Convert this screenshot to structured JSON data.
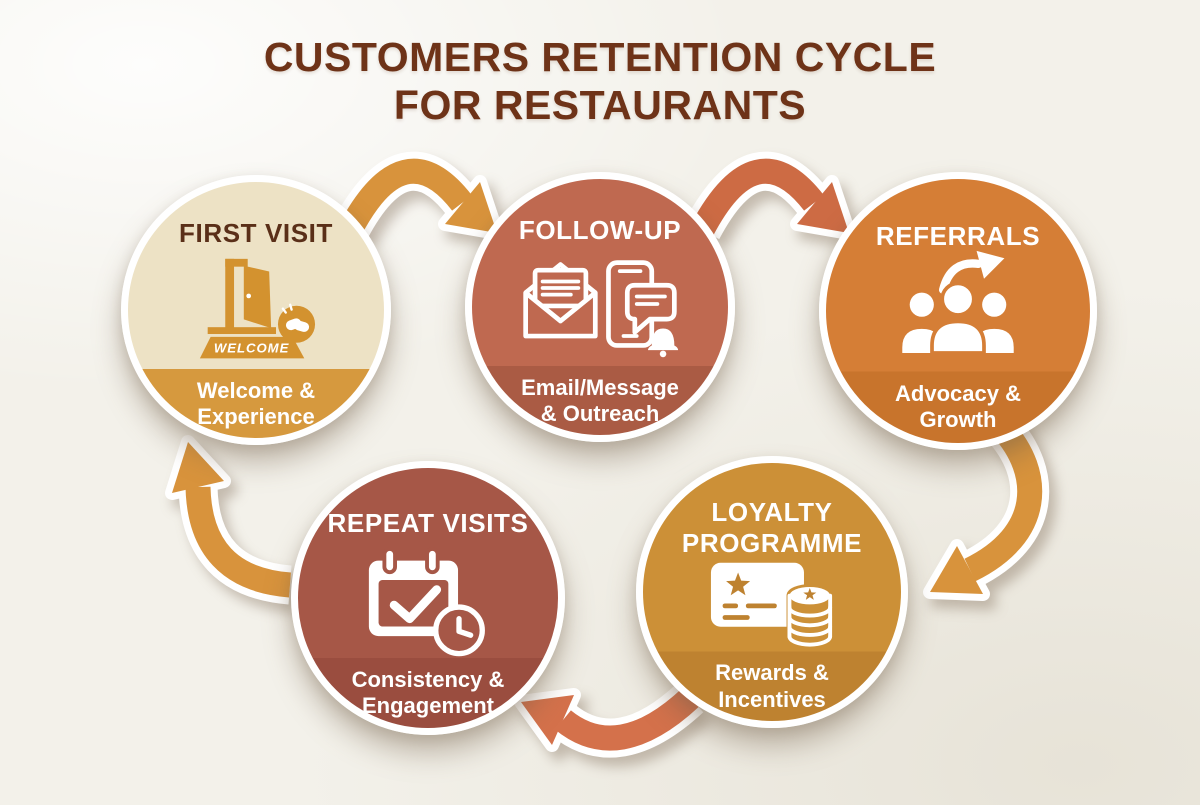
{
  "page": {
    "title_line1": "CUSTOMERS RETENTION CYCLE",
    "title_line2": "FOR RESTAURANTS",
    "title_color": "#6E3318",
    "background_color": "#F3F1EA"
  },
  "nodes": [
    {
      "id": "first-visit",
      "title": "FIRST VISIT",
      "caption_line1": "Welcome &",
      "caption_line2": "Experience",
      "icon": "open-door-welcome-mat-handshake-icon",
      "mat_text": "WELCOME",
      "top_color": "#EDE2C5",
      "band_color": "#D6993E",
      "title_color": "#5A2F18",
      "icon_color": "#D3922F"
    },
    {
      "id": "follow-up",
      "title": "FOLLOW-UP",
      "caption_line1": "Email/Message",
      "caption_line2": "& Outreach",
      "icon": "email-phone-chat-bell-icon",
      "top_color": "#BF6950",
      "band_color": "#AA5B44",
      "title_color": "#FFFFFF"
    },
    {
      "id": "referrals",
      "title": "REFERRALS",
      "caption_line1": "Advocacy &",
      "caption_line2": "Growth",
      "icon": "people-group-share-arrow-icon",
      "top_color": "#D57E36",
      "band_color": "#C8742C",
      "title_color": "#FFFFFF"
    },
    {
      "id": "repeat-visits",
      "title": "REPEAT VISITS",
      "caption_line1": "Consistency &",
      "caption_line2": "Engagement",
      "icon": "calendar-check-clock-icon",
      "top_color": "#A65747",
      "band_color": "#9A4D3F",
      "title_color": "#FFFFFF"
    },
    {
      "id": "loyalty-programme",
      "title_line1": "LOYALTY",
      "title_line2": "PROGRAMME",
      "caption_line1": "Rewards &",
      "caption_line2": "Incentives",
      "icon": "loyalty-card-coin-stack-icon",
      "top_color": "#CC9037",
      "band_color": "#BE8230",
      "title_color": "#FFFFFF"
    }
  ],
  "arrows": [
    {
      "id": "arrow-first-visit-to-follow-up",
      "color": "#D8933C"
    },
    {
      "id": "arrow-follow-up-to-referrals",
      "color": "#CD6B44"
    },
    {
      "id": "arrow-referrals-to-loyalty",
      "color": "#D8933C"
    },
    {
      "id": "arrow-loyalty-to-repeat-visits",
      "color": "#D4714B"
    },
    {
      "id": "arrow-repeat-visits-to-first-visit",
      "color": "#D8933C"
    }
  ]
}
